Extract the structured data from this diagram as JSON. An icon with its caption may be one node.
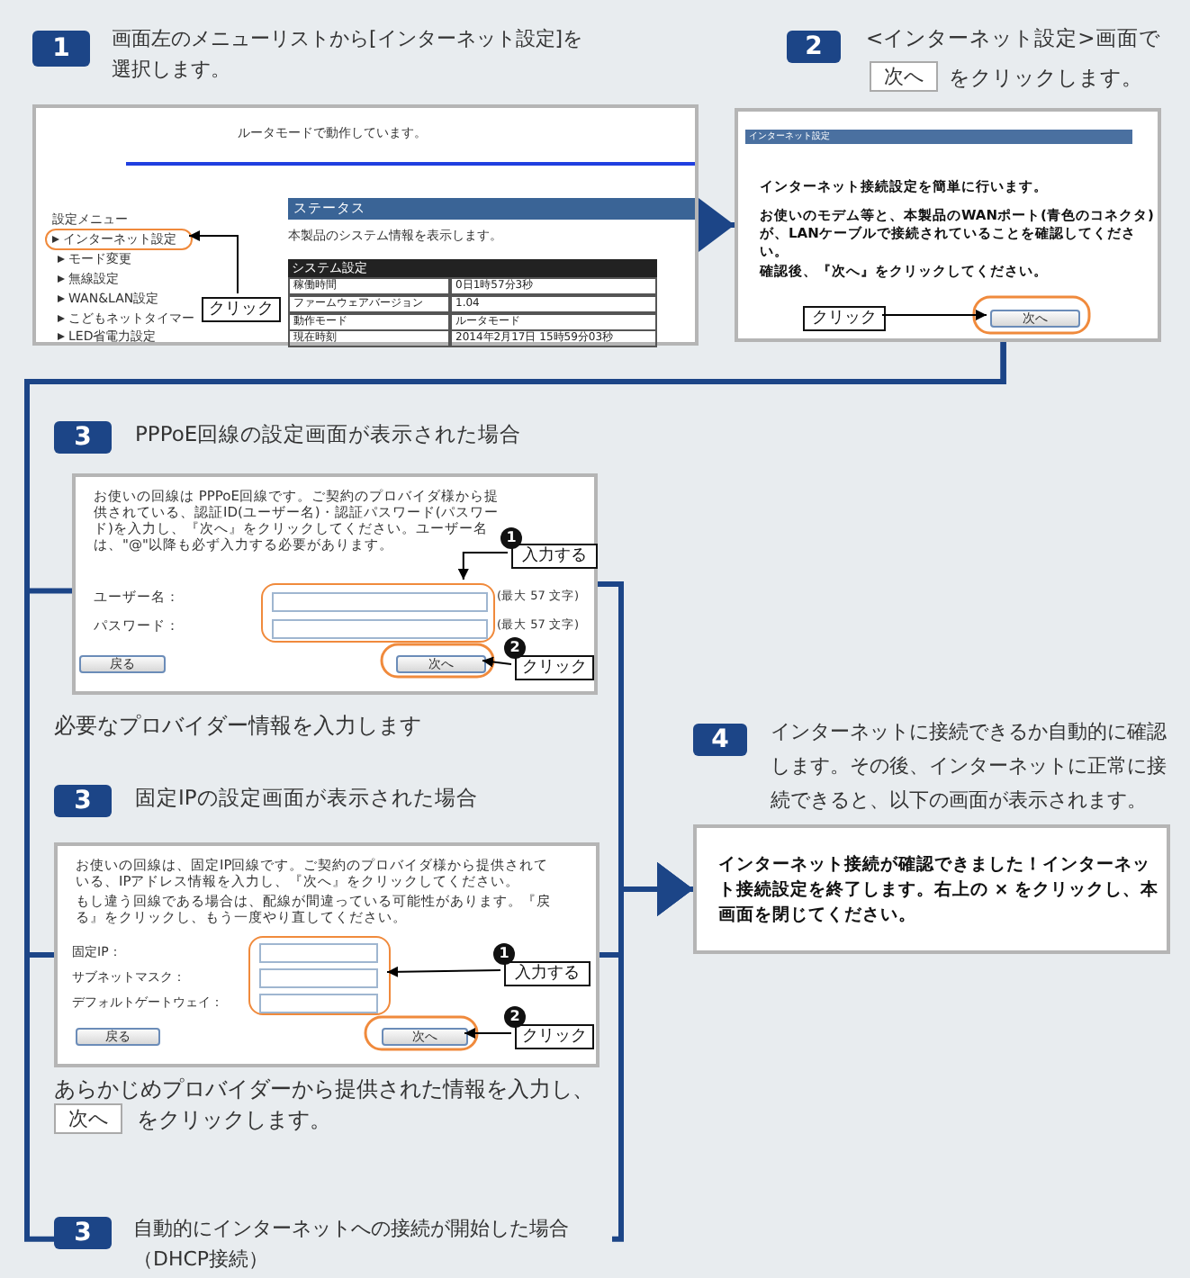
{
  "diagram": {
    "nodes": [
      {
        "text": [
          "ルータモードで動作しています。",
          "設定メニュー",
          "モード変更",
          "無線設定",
          "WAN&LAN設定",
          "こどもネットタイマー",
          "LED省電力設定",
          "ステータス",
          "本製品のシステム情報を表示します。",
          "システム設定",
          "稼働時間",
          "0日1時57分3秒",
          "ファームウェアバージョン",
          "1.04",
          "動作モード",
          "ルータモード",
          "現在時刻",
          "2014年2月17日 15時59分03秒"
        ]
      },
      {
        "text": [
          "インターネット設定"
        ],
        "in": 0
      },
      {
        "text": [
          "クリック"
        ],
        "in": 0
      },
      {
        "text": [
          "インターネット設定",
          "インターネット接続設定を簡単に行います。",
          "お使いのモデム等と、本製品のWANポート(青色のコネクタ)が、LANケーブルで接続されていることを確認してください。",
          "確認後、『次へ』をクリックしてください。"
        ]
      },
      {
        "text": [
          "次へ"
        ],
        "in": 3
      },
      {
        "text": [
          "クリック"
        ],
        "in": 3
      },
      {
        "text": [
          "お使いの回線は PPPoE回線です。ご契約のプロバイダ様から提供されている、認証ID(ユーザー名)・認証パスワード(パスワード)を入力し、『次へ』をクリックしてください。ユーザー名は、\"@\"以降も必ず入力する必要があります。",
          "ユーザー名：",
          "パスワード：",
          "(最大 57 文字)",
          "(最大 57 文字)"
        ]
      },
      {
        "text": [],
        "shape": "box",
        "in": 6
      },
      {
        "text": [
          "戻る"
        ],
        "in": 6
      },
      {
        "text": [
          "次へ"
        ],
        "in": 6
      },
      {
        "text": [
          "入力する"
        ],
        "beside": [
          "1"
        ],
        "in": 6
      },
      {
        "text": [
          "クリック"
        ],
        "beside": [
          "2"
        ],
        "in": 6
      },
      {
        "text": [
          "お使いの回線は、固定IP回線です。ご契約のプロバイダ様から提供されている、IPアドレス情報を入力し、『次へ』をクリックしてください。",
          "もし違う回線である場合は、配線が間違っている可能性があります。『戻る』をクリックし、もう一度やり直してください。",
          "固定IP：",
          "サブネットマスク：",
          "デフォルトゲートウェイ："
        ]
      },
      {
        "text": [],
        "shape": "box",
        "in": 12
      },
      {
        "text": [
          "戻る"
        ],
        "in": 12
      },
      {
        "text": [
          "次へ"
        ],
        "in": 12
      },
      {
        "text": [
          "入力する"
        ],
        "beside": [
          "1"
        ],
        "in": 12
      },
      {
        "text": [
          "クリック"
        ],
        "beside": [
          "2"
        ],
        "in": 12
      },
      {
        "text": [
          "インターネット接続が確認できました！インターネット接続設定を終了します。右上の × をクリックし、本画面を閉じてください。"
        ]
      },
      {
        "text": [
          "3",
          "自動的にインターネットへの接続が開始した場合（DHCP接続）"
        ]
      },
      {
        "text": [
          "1",
          "画面左のメニューリストから[インターネット設定]を選択します。"
        ]
      },
      {
        "text": [
          "2",
          "<インターネット設定>画面で",
          "次へ",
          "をクリックします。"
        ]
      },
      {
        "text": [
          "3",
          "PPPoE回線の設定画面が表示された場合"
        ]
      },
      {
        "text": [
          "4",
          "インターネットに接続できるか自動的に確認します。その後、インターネットに正常に接続できると、以下の画面が表示されます。"
        ]
      },
      {
        "text": [
          "3",
          "固定IPの設定画面が表示された場合"
        ]
      },
      {
        "text": [
          "あらかじめプロバイダーから提供された情報を入力し、",
          "次へ",
          "をクリックします。"
        ]
      }
    ],
    "edges": [
      {
        "from": 0,
        "to": 3,
        "arrow": "to"
      },
      {
        "from": 2,
        "to": 1,
        "arrow": "to",
        "color": "#000000"
      },
      {
        "from": 5,
        "to": 4,
        "arrow": "to",
        "color": "#000000"
      },
      {
        "from": 3,
        "to": 6,
        "arrow": "none"
      },
      {
        "from": 3,
        "to": 12,
        "arrow": "none"
      },
      {
        "from": 3,
        "to": 19,
        "arrow": "none"
      },
      {
        "from": 10,
        "to": 7,
        "arrow": "to",
        "color": "#000000"
      },
      {
        "from": 11,
        "to": 9,
        "arrow": "to",
        "color": "#000000"
      },
      {
        "from": 16,
        "to": 13,
        "arrow": "to",
        "color": "#000000"
      },
      {
        "from": 17,
        "to": 15,
        "arrow": "to",
        "color": "#000000"
      },
      {
        "from": 6,
        "to": 18,
        "arrow": "to"
      },
      {
        "from": 12,
        "to": 18,
        "arrow": "to"
      },
      {
        "from": 19,
        "to": 18,
        "arrow": "to"
      }
    ],
    "labels": [
      "必要なプロバイダー情報を入力します"
    ]
  }
}
